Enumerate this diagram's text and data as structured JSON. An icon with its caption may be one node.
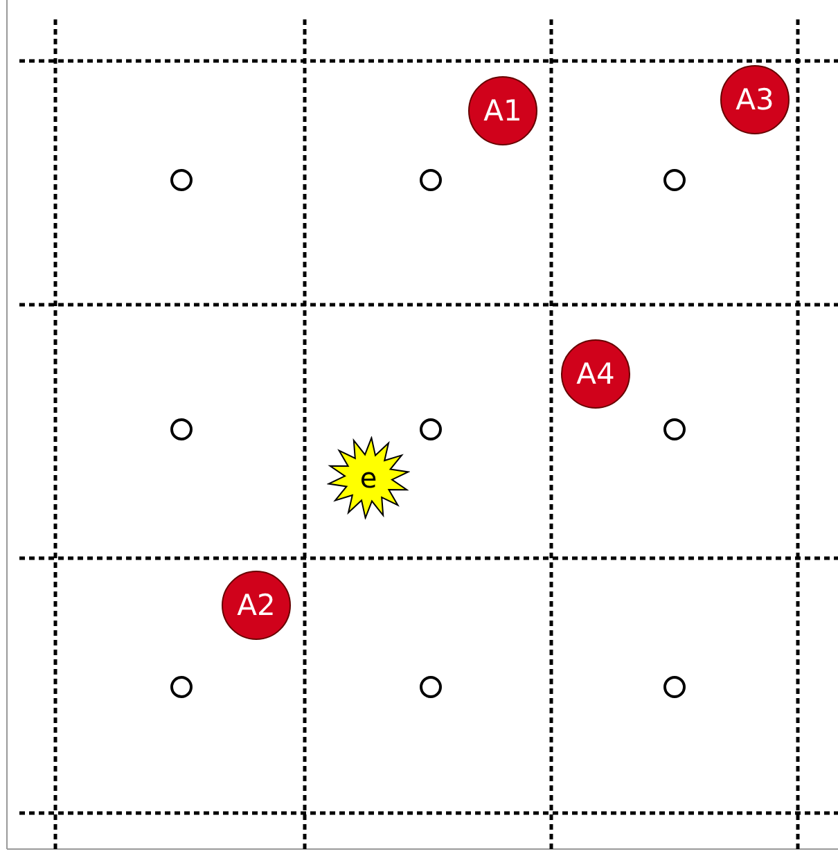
{
  "diagram": {
    "nodes": [
      {
        "text": [
          "A3"
        ]
      },
      {
        "text": [
          "A1"
        ]
      },
      {
        "text": [
          "A4"
        ]
      },
      {
        "text": [
          "e"
        ]
      },
      {
        "text": [
          "A2"
        ]
      },
      {
        "text": [],
        "shape": "circle"
      },
      {
        "text": [],
        "shape": "circle"
      },
      {
        "text": [],
        "shape": "circle"
      },
      {
        "text": [],
        "shape": "circle"
      },
      {
        "text": [],
        "shape": "circle"
      },
      {
        "text": [],
        "shape": "circle"
      },
      {
        "text": [],
        "shape": "circle"
      },
      {
        "text": [],
        "shape": "circle"
      },
      {
        "text": [],
        "shape": "circle"
      }
    ]
  }
}
